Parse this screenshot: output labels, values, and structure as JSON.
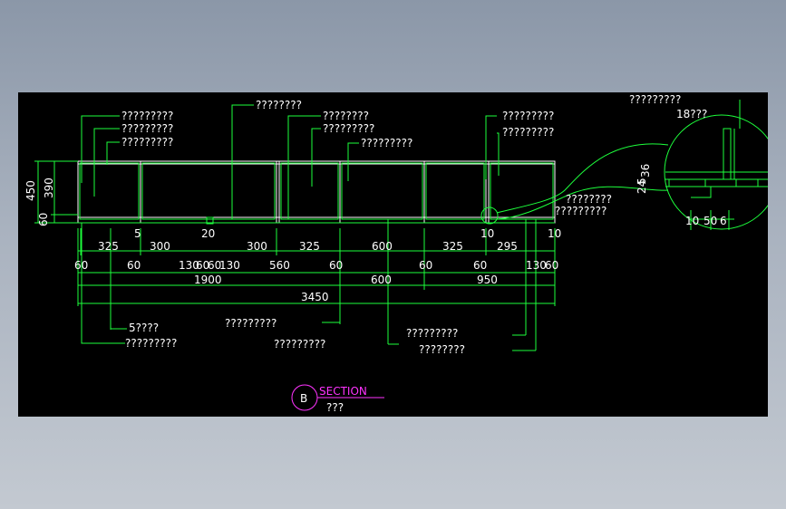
{
  "colors": {
    "background": "#000000",
    "frame": "#ffffff",
    "annotation": "#1dff3c",
    "tag": "#ff33ff",
    "page": "#9aa4b3"
  },
  "labels": {
    "top_left_1": "?????????",
    "top_left_2": "?????????",
    "top_left_3": "?????????",
    "top_mid_1": "????????",
    "top_mid_2": "????????",
    "top_mid_3": "?????????",
    "top_mid_4": "?????????",
    "top_right_1": "?????????",
    "top_right_2": "?????????",
    "detail_top": "?????????",
    "detail_size": "18???",
    "detail_right_1": "????????",
    "detail_right_2": "?????????",
    "bottom_1": "5????",
    "bottom_2": "?????????",
    "bottom_3": "?????????",
    "bottom_4": "?????????",
    "bottom_5": "?????????",
    "bottom_6": "????????"
  },
  "dimensions": {
    "vertical": [
      "450",
      "390",
      "60"
    ],
    "small_top": [
      "5",
      "20",
      "10",
      "10"
    ],
    "row_a": [
      "325",
      "300",
      "300",
      "325",
      "600",
      "325",
      "295"
    ],
    "row_b": [
      "60",
      "60",
      "130",
      "60",
      "60",
      "130",
      "560",
      "60",
      "60",
      "60",
      "130",
      "60"
    ],
    "row_c": [
      "1900",
      "600",
      "950"
    ],
    "total": "3450",
    "detail_dims": [
      "36",
      "24",
      "5",
      "10",
      "50",
      "6"
    ]
  },
  "section": {
    "tag": "B",
    "title": "SECTION",
    "subtitle": "???"
  }
}
